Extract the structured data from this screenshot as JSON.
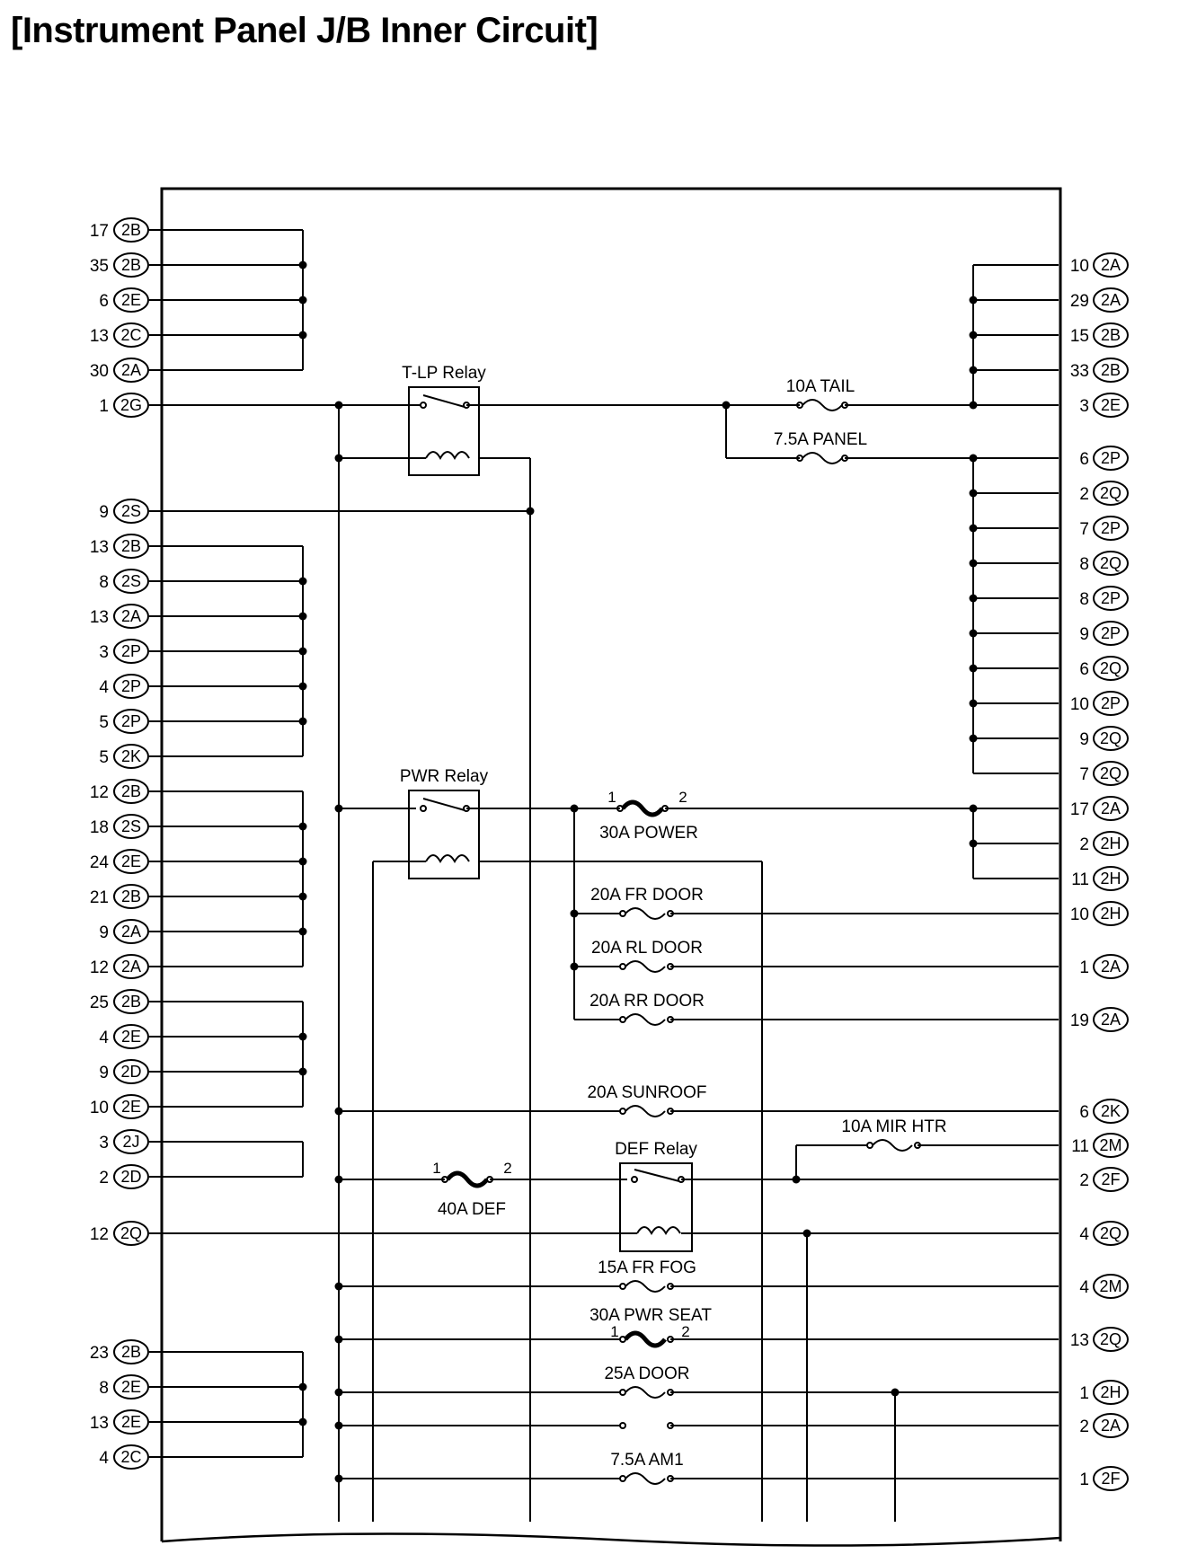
{
  "title": "[Instrument Panel J/B Inner Circuit]",
  "left_terminals": [
    {
      "pin": "17",
      "conn": "2B"
    },
    {
      "pin": "35",
      "conn": "2B"
    },
    {
      "pin": "6",
      "conn": "2E"
    },
    {
      "pin": "13",
      "conn": "2C"
    },
    {
      "pin": "30",
      "conn": "2A"
    },
    {
      "pin": "1",
      "conn": "2G"
    },
    {
      "pin": "9",
      "conn": "2S"
    },
    {
      "pin": "13",
      "conn": "2B"
    },
    {
      "pin": "8",
      "conn": "2S"
    },
    {
      "pin": "13",
      "conn": "2A"
    },
    {
      "pin": "3",
      "conn": "2P"
    },
    {
      "pin": "4",
      "conn": "2P"
    },
    {
      "pin": "5",
      "conn": "2P"
    },
    {
      "pin": "5",
      "conn": "2K"
    },
    {
      "pin": "12",
      "conn": "2B"
    },
    {
      "pin": "18",
      "conn": "2S"
    },
    {
      "pin": "24",
      "conn": "2E"
    },
    {
      "pin": "21",
      "conn": "2B"
    },
    {
      "pin": "9",
      "conn": "2A"
    },
    {
      "pin": "12",
      "conn": "2A"
    },
    {
      "pin": "25",
      "conn": "2B"
    },
    {
      "pin": "4",
      "conn": "2E"
    },
    {
      "pin": "9",
      "conn": "2D"
    },
    {
      "pin": "10",
      "conn": "2E"
    },
    {
      "pin": "3",
      "conn": "2J"
    },
    {
      "pin": "2",
      "conn": "2D"
    },
    {
      "pin": "12",
      "conn": "2Q"
    },
    {
      "pin": "23",
      "conn": "2B"
    },
    {
      "pin": "8",
      "conn": "2E"
    },
    {
      "pin": "13",
      "conn": "2E"
    },
    {
      "pin": "4",
      "conn": "2C"
    }
  ],
  "right_terminals": [
    {
      "pin": "10",
      "conn": "2A"
    },
    {
      "pin": "29",
      "conn": "2A"
    },
    {
      "pin": "15",
      "conn": "2B"
    },
    {
      "pin": "33",
      "conn": "2B"
    },
    {
      "pin": "3",
      "conn": "2E"
    },
    {
      "pin": "6",
      "conn": "2P"
    },
    {
      "pin": "2",
      "conn": "2Q"
    },
    {
      "pin": "7",
      "conn": "2P"
    },
    {
      "pin": "8",
      "conn": "2Q"
    },
    {
      "pin": "8",
      "conn": "2P"
    },
    {
      "pin": "9",
      "conn": "2P"
    },
    {
      "pin": "6",
      "conn": "2Q"
    },
    {
      "pin": "10",
      "conn": "2P"
    },
    {
      "pin": "9",
      "conn": "2Q"
    },
    {
      "pin": "7",
      "conn": "2Q"
    },
    {
      "pin": "17",
      "conn": "2A"
    },
    {
      "pin": "2",
      "conn": "2H"
    },
    {
      "pin": "11",
      "conn": "2H"
    },
    {
      "pin": "10",
      "conn": "2H"
    },
    {
      "pin": "1",
      "conn": "2A"
    },
    {
      "pin": "19",
      "conn": "2A"
    },
    {
      "pin": "6",
      "conn": "2K"
    },
    {
      "pin": "11",
      "conn": "2M"
    },
    {
      "pin": "2",
      "conn": "2F"
    },
    {
      "pin": "4",
      "conn": "2Q"
    },
    {
      "pin": "4",
      "conn": "2M"
    },
    {
      "pin": "13",
      "conn": "2Q"
    },
    {
      "pin": "1",
      "conn": "2H"
    },
    {
      "pin": "2",
      "conn": "2A"
    },
    {
      "pin": "1",
      "conn": "2F"
    }
  ],
  "relays": {
    "tlp": "T-LP Relay",
    "pwr": "PWR Relay",
    "def": "DEF Relay"
  },
  "fuses": {
    "tail": "10A TAIL",
    "panel": "7.5A PANEL",
    "power": "30A POWER",
    "fr_door": "20A FR DOOR",
    "rl_door": "20A RL DOOR",
    "rr_door": "20A RR DOOR",
    "sunroof": "20A SUNROOF",
    "mir_htr": "10A MIR HTR",
    "def": "40A DEF",
    "fr_fog": "15A FR FOG",
    "pwr_seat": "30A PWR SEAT",
    "door": "25A DOOR",
    "am1": "7.5A AM1"
  },
  "fuse_pins": {
    "p1": "1",
    "p2": "2"
  }
}
